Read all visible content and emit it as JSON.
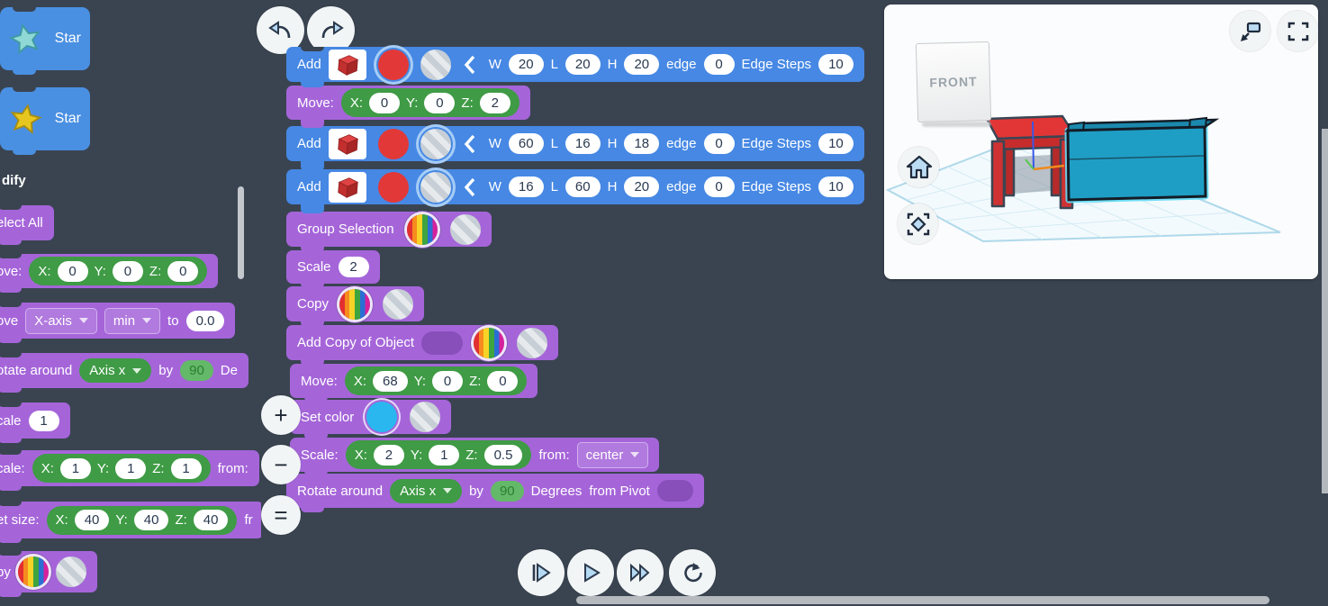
{
  "app": {
    "name": "codeblocks-editor"
  },
  "labels": {
    "x": "X:",
    "y": "Y:",
    "z": "Z:",
    "w": "W",
    "l": "L",
    "h": "H",
    "edge": "edge",
    "edge_steps": "Edge Steps"
  },
  "palette": {
    "header": "dify",
    "star1": {
      "label": "Star"
    },
    "star2": {
      "label": "Star"
    },
    "select_all": {
      "label": "elect All"
    },
    "move": {
      "label": "ove:",
      "x": "0",
      "y": "0",
      "z": "0"
    },
    "move_axis": {
      "label": "ove",
      "axis": "X-axis",
      "mode": "min",
      "to": "to",
      "value": "0.0"
    },
    "rotate": {
      "label": "otate around",
      "axis": "Axis x",
      "by": "by",
      "degrees": "90",
      "suffix": "De"
    },
    "scale": {
      "label": "cale",
      "value": "1"
    },
    "scale_xyz": {
      "label": "cale:",
      "x": "1",
      "y": "1",
      "z": "1",
      "suffix": "from:"
    },
    "set_size": {
      "label": "et size:",
      "x": "40",
      "y": "40",
      "z": "40",
      "suffix": "fr"
    },
    "copy": {
      "label": "py"
    }
  },
  "script": {
    "add1": {
      "label": "Add",
      "w": "20",
      "l": "20",
      "h": "20",
      "edge": "0",
      "edge_steps": "10"
    },
    "move1": {
      "label": "Move:",
      "x": "0",
      "y": "0",
      "z": "2"
    },
    "add2": {
      "label": "Add",
      "w": "60",
      "l": "16",
      "h": "18",
      "edge": "0",
      "edge_steps": "10"
    },
    "add3": {
      "label": "Add",
      "w": "16",
      "l": "60",
      "h": "20",
      "edge": "0",
      "edge_steps": "10"
    },
    "group": {
      "label": "Group Selection"
    },
    "scale2": {
      "label": "Scale",
      "value": "2"
    },
    "copy": {
      "label": "Copy"
    },
    "add_copy": {
      "label": "Add Copy of Object"
    },
    "move2": {
      "label": "Move:",
      "x": "68",
      "y": "0",
      "z": "0"
    },
    "set_color": {
      "label": "Set color"
    },
    "scale_xyz": {
      "label": "Scale:",
      "x": "2",
      "y": "1",
      "z": "0.5",
      "from": "from:",
      "origin": "center"
    },
    "rotate": {
      "label": "Rotate around",
      "axis": "Axis x",
      "by": "by",
      "degrees": "90",
      "degrees_label": "Degrees",
      "pivot": "from Pivot"
    }
  },
  "controls": {
    "zoom_in": "+",
    "zoom_out": "−",
    "zoom_reset": "="
  },
  "viewport": {
    "cube_label": "FRONT"
  },
  "icons": {
    "undo": "undo-arrow-icon",
    "redo": "redo-arrow-icon",
    "zoom_in": "plus-icon",
    "zoom_out": "minus-icon",
    "zoom_reset": "equals-icon",
    "step": "step-play-icon",
    "run": "play-icon",
    "run_fast": "fast-forward-icon",
    "restart": "restart-icon",
    "pop_out": "pop-out-viewport-icon",
    "fullscreen": "fullscreen-icon",
    "home": "home-view-icon",
    "fit": "fit-view-icon",
    "shape": "red-box-icon",
    "color_swatch": "color-swatch",
    "material_swatch": "material-swatch",
    "rainbow_swatch": "multi-color-swatch",
    "star_teal": "star-teal-icon",
    "star_gold": "star-gold-icon"
  },
  "colors": {
    "canvas_bg": "#3a4451",
    "block_blue": "#4688e4",
    "block_purple": "#a565d9",
    "field_green": "#3f9b45",
    "shape_red": "#e23636",
    "box_teal": "#1f9ec5",
    "selection_cyan": "#62dcf5",
    "set_color_blue": "#2ab7f0"
  }
}
